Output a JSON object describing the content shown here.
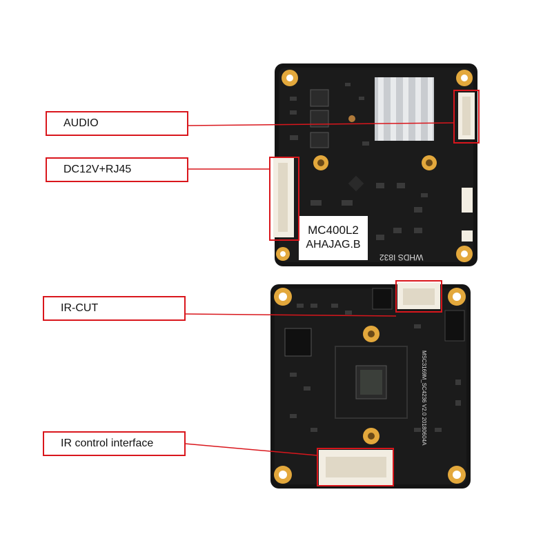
{
  "callouts": [
    {
      "id": "audio",
      "label": "AUDIO"
    },
    {
      "id": "dc-rj45",
      "label": "DC12V+RJ45"
    },
    {
      "id": "ir-cut",
      "label": "IR-CUT"
    },
    {
      "id": "ir-control",
      "label": "IR control interface"
    }
  ],
  "board_top": {
    "model": "MC400L2",
    "variant": "AHAJAG.B",
    "silkscreen": "WHDS I832"
  },
  "board_bottom": {
    "silkscreen": "MSC3169M_SC4236 V2.0 20180604A"
  },
  "colors": {
    "callout": "#d9161c",
    "pcb": "#141414",
    "gold_pad": "#e3a83c",
    "connector": "#f2ede2",
    "heatsink": "#c9ccd0"
  }
}
